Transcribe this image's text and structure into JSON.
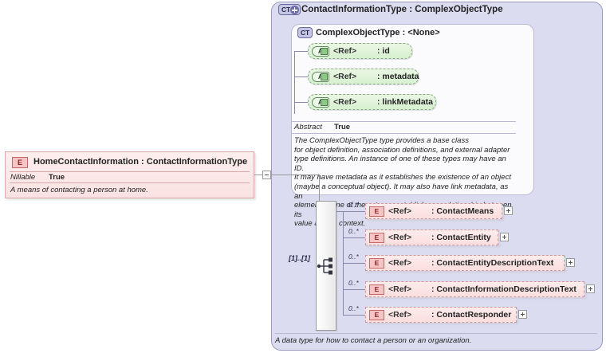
{
  "diagram": {
    "kind": "xsd-schema-diagram",
    "colors": {
      "panel_bg": "#dcdcf0",
      "panel_border": "#9a9ac0",
      "inner_bg": "#fbfbfe",
      "element_pink": "#fbe2e2",
      "element_pink_border": "#d9a9a9",
      "attribute_green": "#d8f0d0",
      "attribute_green_border": "#8aaa86",
      "badge_blue": "#c5c5e6",
      "line": "#8888aa"
    }
  },
  "left_element": {
    "icon": "element-icon",
    "icon_label": "E",
    "name": "HomeContactInformation",
    "separator": " : ",
    "type": "ContactInformationType",
    "title": "HomeContactInformation : ContactInformationType",
    "property_key": "Nillable",
    "property_value": "True",
    "description": "A means of contacting a person at home.",
    "expander": "minus-expander"
  },
  "complex_type_panel": {
    "icon": "complextype-plus-icon",
    "icon_label": "CT",
    "title": "ContactInformationType : ComplexObjectType",
    "bottom_documentation": "A data type for how to contact a person or an organization."
  },
  "base_type_panel": {
    "icon": "complextype-icon",
    "icon_label": "CT",
    "title": "ComplexObjectType : <None>",
    "property_key": "Abstract",
    "property_value": "True",
    "documentation": "The ComplexObjectType type provides a base class for object definition, association definitions, and external adapter type definitions. An instance of one of these types may have an ID. It may have metadata as it establishes the existence of an object (maybe a conceptual object). It may also have link metadata, as an element of one of these types establishes a relationship between its value and its context.",
    "documentation_lines": [
      "The ComplexObjectType type provides a base class",
      "for object definition, association definitions, and external adapter",
      "type definitions. An instance of one of these types may have an ID.",
      "It may have metadata as it establishes the existence of an object",
      "(maybe a conceptual object). It may also have link metadata, as an",
      "element of one of these types establishes a relationship between its",
      "value and its context."
    ]
  },
  "attributes": [
    {
      "icon": "attribute-icon",
      "icon_label": "A",
      "ref": "<Ref>",
      "name": ": id"
    },
    {
      "icon": "attribute-icon",
      "icon_label": "A",
      "ref": "<Ref>",
      "name": ": metadata"
    },
    {
      "icon": "attribute-icon",
      "icon_label": "A",
      "ref": "<Ref>",
      "name": ": linkMetadata"
    }
  ],
  "compositor": {
    "icon": "sequence-icon",
    "cardinality": "[1]..[1]"
  },
  "elements": [
    {
      "icon": "element-icon",
      "icon_label": "E",
      "ref": "<Ref>",
      "name": ": ContactMeans",
      "cardinality": "0..*",
      "expander": "plus-expander"
    },
    {
      "icon": "element-icon",
      "icon_label": "E",
      "ref": "<Ref>",
      "name": ": ContactEntity",
      "cardinality": "0..*",
      "expander": "plus-expander"
    },
    {
      "icon": "element-icon",
      "icon_label": "E",
      "ref": "<Ref>",
      "name": ": ContactEntityDescriptionText",
      "cardinality": "0..*",
      "expander": "plus-expander"
    },
    {
      "icon": "element-icon",
      "icon_label": "E",
      "ref": "<Ref>",
      "name": ": ContactInformationDescriptionText",
      "cardinality": "0..*",
      "expander": "plus-expander"
    },
    {
      "icon": "element-icon",
      "icon_label": "E",
      "ref": "<Ref>",
      "name": ": ContactResponder",
      "cardinality": "0..*",
      "expander": "plus-expander"
    }
  ]
}
